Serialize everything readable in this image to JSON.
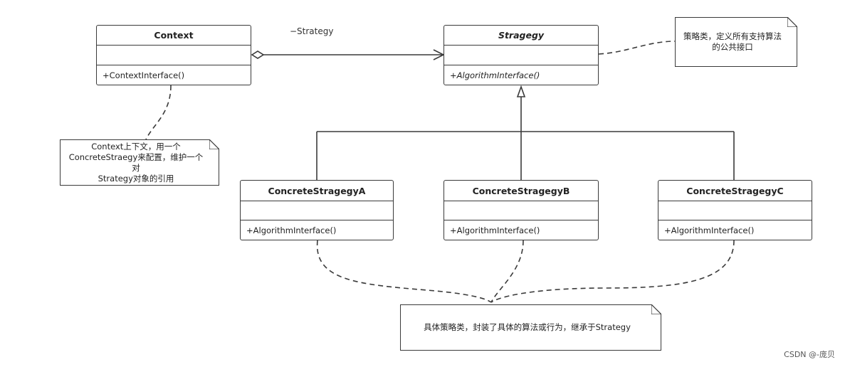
{
  "association_label": "−Strategy",
  "classes": {
    "context": {
      "name": "Context",
      "operation": "+ContextInterface()"
    },
    "strategy": {
      "name": "Stragegy",
      "operation": "+AlgorithmInterface()"
    },
    "concrete_a": {
      "name": "ConcreteStragegyA",
      "operation": "+AlgorithmInterface()"
    },
    "concrete_b": {
      "name": "ConcreteStragegyB",
      "operation": "+AlgorithmInterface()"
    },
    "concrete_c": {
      "name": "ConcreteStragegyC",
      "operation": "+AlgorithmInterface()"
    }
  },
  "notes": {
    "strategy_note": {
      "line1": "策略类，定义所有支持算法",
      "line2": "的公共接口"
    },
    "context_note": {
      "line1": "Context上下文，用一个",
      "line2": "ConcreteStraegy来配置，维护一个对",
      "line3": "Strategy对象的引用"
    },
    "concrete_note": {
      "line1": "具体策略类，封装了具体的算法或行为，继承于Strategy"
    }
  },
  "watermark": "CSDN @-庞贝"
}
